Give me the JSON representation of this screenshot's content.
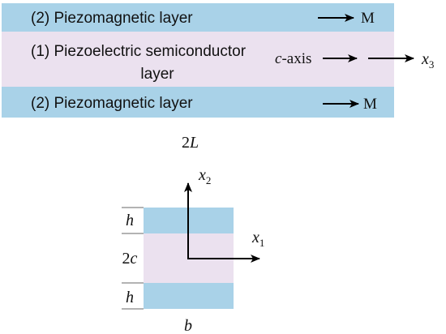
{
  "colors": {
    "piezomagnetic_layer": "#a9d2e8",
    "semiconductor_layer": "#ebe1ef",
    "line": "#000000",
    "dimension_tick": "#9a9a9a"
  },
  "longitudinal_view": {
    "top_layer": {
      "label": "(2)  Piezomagnetic layer",
      "magnetization_label": "M"
    },
    "middle_layer": {
      "label_line1": "(1)  Piezoelectric semiconductor",
      "label_line2": "layer",
      "c_axis_var": "c",
      "c_axis_suffix": "-axis"
    },
    "bottom_layer": {
      "label": "(2)  Piezomagnetic layer",
      "magnetization_label": "M"
    },
    "x3_axis": {
      "var": "x",
      "sub": "3"
    },
    "length_label": {
      "number": "2",
      "var": "L"
    }
  },
  "cross_section": {
    "x2_axis": {
      "var": "x",
      "sub": "2"
    },
    "x1_axis": {
      "var": "x",
      "sub": "1"
    },
    "top_thickness": "h",
    "core_thickness_number": "2",
    "core_thickness_var": "c",
    "bottom_thickness": "h",
    "width_label": "b"
  }
}
